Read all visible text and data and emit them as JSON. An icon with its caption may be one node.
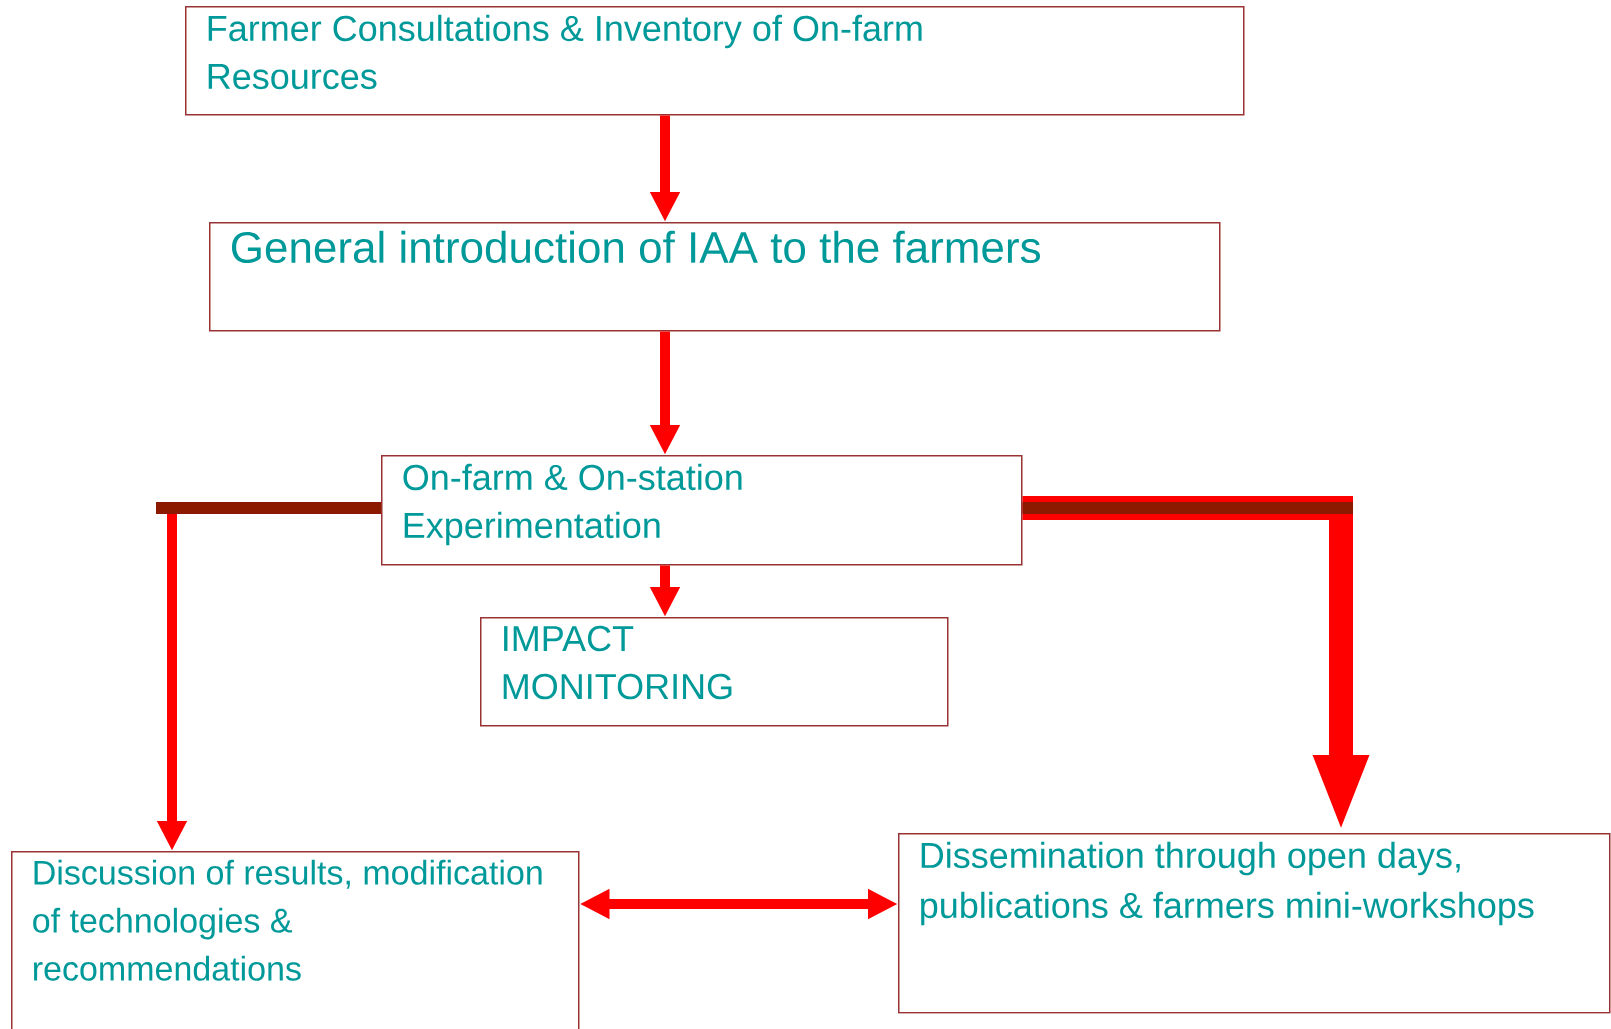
{
  "diagram": {
    "nodes": [
      {
        "text": [
          "Farmer Consultations & Inventory of On-farm Resources"
        ]
      },
      {
        "text": [
          "General introduction of IAA to the farmers"
        ]
      },
      {
        "text": [
          "On-farm & On-station Experimentation"
        ]
      },
      {
        "text": [
          "IMPACT MONITORING"
        ]
      },
      {
        "text": [
          "Discussion of results, modification of technologies & recommendations"
        ]
      },
      {
        "text": [
          "Dissemination through open days, publications & farmers mini-workshops"
        ]
      }
    ],
    "edges": [
      {
        "from": 0,
        "to": 1,
        "arrow": "to"
      },
      {
        "from": 1,
        "to": 2,
        "arrow": "to"
      },
      {
        "from": 2,
        "to": 3,
        "arrow": "to"
      },
      {
        "from": 2,
        "to": 4,
        "arrow": "to"
      },
      {
        "from": 2,
        "to": 5,
        "arrow": "to",
        "style": "thick"
      },
      {
        "from": 4,
        "to": 5,
        "arrow": "both"
      }
    ]
  }
}
